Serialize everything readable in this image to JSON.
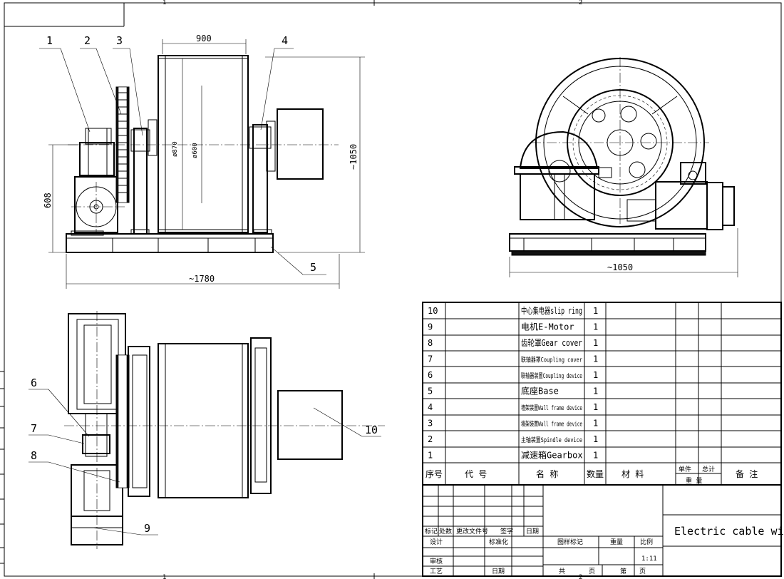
{
  "drawing": {
    "title": "Electric cable winch",
    "scale": "1:11",
    "dimensions": {
      "drum_length": "900",
      "flange_diameter": "ø870",
      "drum_diameter": "ø600",
      "overall_height": "~1050",
      "shaft_height": "608",
      "overall_length": "~1780",
      "side_width": "~1050"
    },
    "balloons": [
      "1",
      "2",
      "3",
      "4",
      "5",
      "6",
      "7",
      "8",
      "9",
      "10"
    ]
  },
  "bom": {
    "rows": [
      {
        "no": "10",
        "name": "中心集电器slip ring",
        "qty": "1"
      },
      {
        "no": "9",
        "name": "电机E-Motor",
        "qty": "1"
      },
      {
        "no": "8",
        "name": "齿轮罩Gear cover",
        "qty": "1"
      },
      {
        "no": "7",
        "name": "联轴器罩Coupling cover",
        "qty": "1"
      },
      {
        "no": "6",
        "name": "联轴器装置Coupling device",
        "qty": "1"
      },
      {
        "no": "5",
        "name": "底座Base",
        "qty": "1"
      },
      {
        "no": "4",
        "name": "墙架装置Wall frame device",
        "qty": "1"
      },
      {
        "no": "3",
        "name": "墙架装置Wall frame device",
        "qty": "1"
      },
      {
        "no": "2",
        "name": "主轴装置Spindle device",
        "qty": "1"
      },
      {
        "no": "1",
        "name": "减速箱Gearbox",
        "qty": "1"
      }
    ],
    "header": {
      "no": "序号",
      "code": "代 号",
      "name": "名 称",
      "qty": "数量",
      "material": "材 料",
      "unit": "单件",
      "total": "总计",
      "weight": "重 量",
      "remark": "备 注"
    }
  },
  "title_block": {
    "mark": "标记",
    "count": "处数",
    "change_doc": "更改文件号",
    "sign": "签字",
    "date": "日期",
    "design": "设计",
    "standard": "标准化",
    "review": "审核",
    "process": "工艺",
    "date2": "日期",
    "stage_mark": "图样标记",
    "weight": "重量",
    "ratio": "比例",
    "total_sheets": "共",
    "page": "页",
    "sheet_no": "第",
    "page2": "页"
  },
  "frame": {
    "zone_top_1": "1",
    "zone_top_2": "2",
    "zone_bottom_1": "1",
    "zone_bottom_2": "2"
  }
}
